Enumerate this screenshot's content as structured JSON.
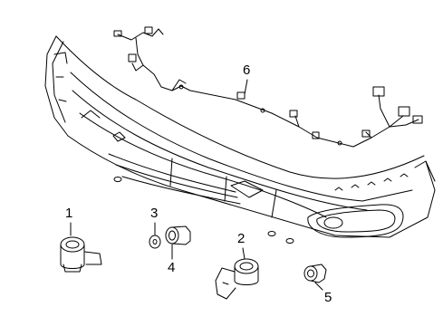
{
  "callouts": {
    "one": "1",
    "two": "2",
    "three": "3",
    "four": "4",
    "five": "5",
    "six": "6"
  }
}
